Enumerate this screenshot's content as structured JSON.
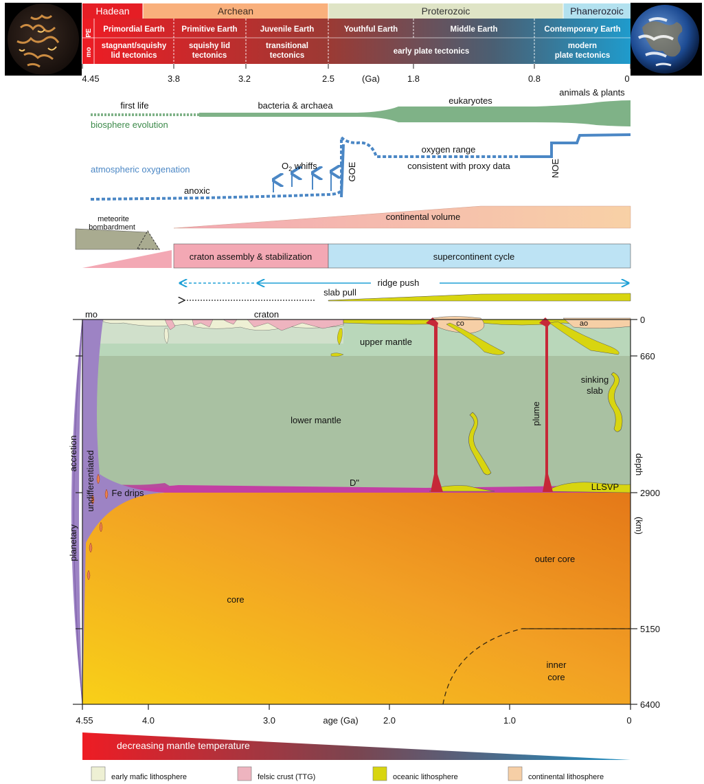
{
  "eons": [
    "Hadean",
    "Archean",
    "Proterozoic",
    "Phanerozoic"
  ],
  "row_labels": [
    "PE",
    "mo"
  ],
  "earth_stages": [
    "Primordial Earth",
    "Primitive Earth",
    "Juvenile Earth",
    "Youthful Earth",
    "Middle Earth",
    "Contemporary Earth"
  ],
  "tectonics": [
    [
      "stagnant/squishy",
      "lid tectonics"
    ],
    [
      "squishy lid",
      "tectonics"
    ],
    [
      "transitional",
      "tectonics"
    ],
    [
      "early plate tectonics"
    ],
    [
      "modern",
      "plate tectonics"
    ]
  ],
  "top_ticks": [
    "4.45",
    "3.8",
    "3.2",
    "2.5",
    "(Ga)",
    "1.8",
    "0.8",
    "0"
  ],
  "biosphere": {
    "labels": [
      "first life",
      "bacteria & archaea",
      "eukaryotes",
      "animals & plants"
    ],
    "title": "biosphere evolution",
    "color": "#7fb287"
  },
  "atmosphere": {
    "title": "atmospheric oxygenation",
    "anoxic": "anoxic",
    "o2": "O",
    "o2_sub": "2",
    "whiffs": " whiffs",
    "goe": "GOE",
    "noe": "NOE",
    "range": [
      "oxygen range",
      "consistent with proxy data"
    ],
    "color": "#4b87c5"
  },
  "crust": {
    "meteorite": [
      "meteorite",
      "bombardment"
    ],
    "continental_volume": "continental volume",
    "craton": "craton assembly & stabilization",
    "supercontinent": "supercontinent cycle"
  },
  "forces": {
    "ridge_push": "ridge push",
    "slab_pull": "slab pull"
  },
  "section": {
    "mo": "mo",
    "craton": "craton",
    "co": "co",
    "ao": "ao",
    "upper_mantle": "upper mantle",
    "lower_mantle": "lower mantle",
    "plume": "plume",
    "sinking_slab": [
      "sinking",
      "slab"
    ],
    "d2": "D\"",
    "llsvp": "LLSVP",
    "fe_drips": "Fe drips",
    "undifferentiated": "undifferentiated",
    "accretion": "accretion",
    "planetary": "planetary",
    "outer_core": "outer core",
    "core": "core",
    "inner_core": [
      "inner",
      "core"
    ]
  },
  "depth_ticks": [
    "0",
    "660",
    "2900",
    "5150",
    "6400"
  ],
  "depth_label": [
    "depth",
    "(km)"
  ],
  "bottom_ticks": [
    "4.55",
    "4.0",
    "3.0",
    "2.0",
    "1.0",
    "0"
  ],
  "bottom_axis_label": "age (Ga)",
  "temperature": "decreasing mantle temperature",
  "legend": [
    {
      "label": "early mafic lithosphere",
      "color": "#eef0d4"
    },
    {
      "label": "felsic crust (TTG)",
      "color": "#eeb4bf"
    },
    {
      "label": "oceanic lithosphere",
      "color": "#d8d510"
    },
    {
      "label": "continental lithosphere",
      "color": "#f6cfa6"
    }
  ]
}
